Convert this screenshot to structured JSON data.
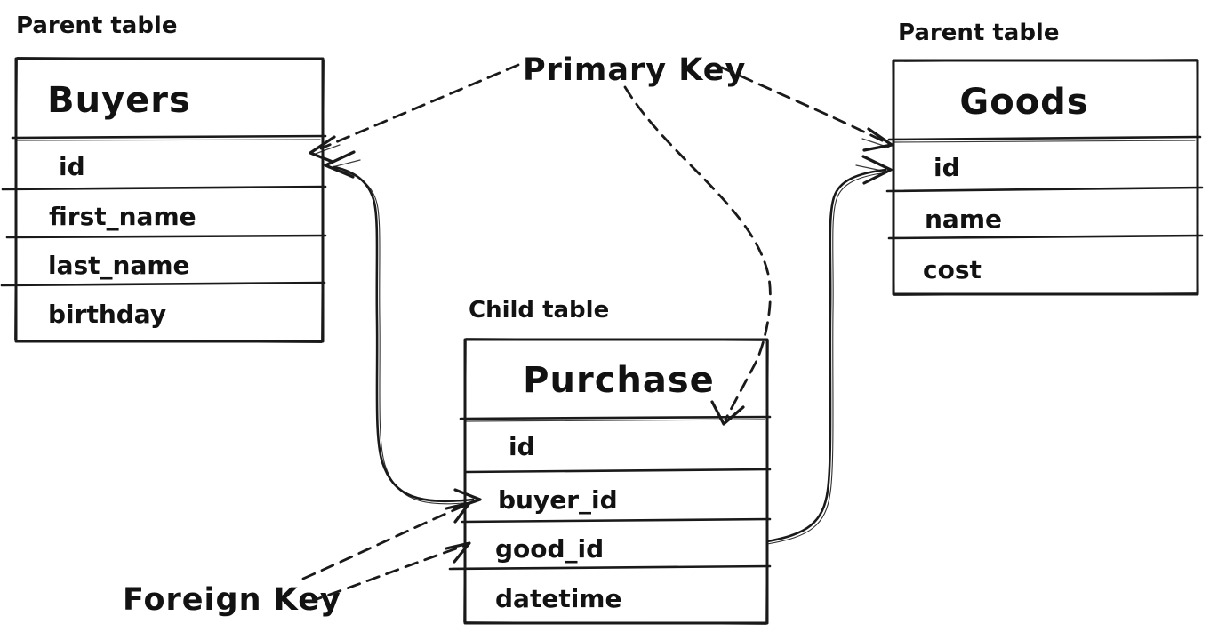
{
  "diagram": {
    "background_color": "#ffffff",
    "ink_color": "#1a1a1a",
    "kind": "entity-relationship-sketch"
  },
  "labels": {
    "parent_left": "Parent table",
    "parent_right": "Parent table",
    "child": "Child table",
    "primary_key": "Primary Key",
    "foreign_key": "Foreign Key"
  },
  "tables": {
    "buyers": {
      "caption": "Parent table",
      "title": "Buyers",
      "rows": [
        "id",
        "first_name",
        "last_name",
        "birthday"
      ]
    },
    "goods": {
      "caption": "Parent table",
      "title": "Goods",
      "rows": [
        "id",
        "name",
        "cost"
      ]
    },
    "purchase": {
      "caption": "Child table",
      "title": "Purchase",
      "rows": [
        "id",
        "buyer_id",
        "good_id",
        "datetime"
      ]
    }
  },
  "relations": [
    {
      "label": "Primary Key",
      "targets": [
        "Buyers.id",
        "Goods.id",
        "Purchase.id"
      ],
      "style": "dashed-arrow"
    },
    {
      "label": "Foreign Key",
      "targets": [
        "Purchase.buyer_id",
        "Purchase.good_id"
      ],
      "style": "dashed-arrow"
    },
    {
      "from": "Purchase.buyer_id",
      "to": "Buyers.id",
      "style": "solid-curve-arrow"
    },
    {
      "from": "Purchase.good_id",
      "to": "Goods.id",
      "style": "solid-curve-arrow"
    }
  ]
}
